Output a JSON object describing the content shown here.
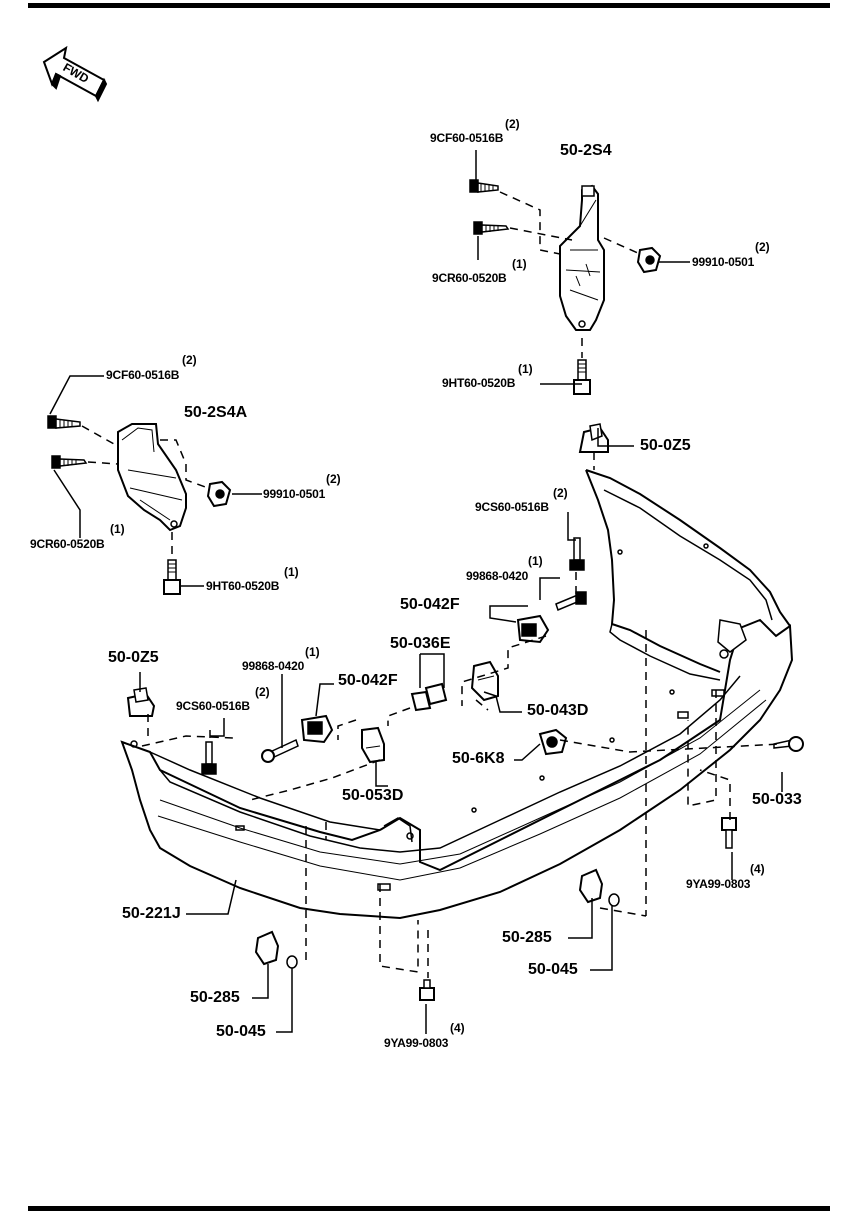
{
  "fwd_text": "FWD",
  "labels": {
    "cf60_top": "9CF60-0516B",
    "cf60_top_qty": "(2)",
    "s2s4": "50-2S4",
    "cr60_top": "9CR60-0520B",
    "cr60_top_qty": "(1)",
    "n99910_top": "99910-0501",
    "n99910_top_qty": "(2)",
    "ht60_top": "9HT60-0520B",
    "ht60_top_qty": "(1)",
    "cf60_left": "9CF60-0516B",
    "cf60_left_qty": "(2)",
    "s2s4a": "50-2S4A",
    "n99910_left": "99910-0501",
    "n99910_left_qty": "(2)",
    "cr60_left": "9CR60-0520B",
    "cr60_left_qty": "(1)",
    "ht60_left": "9HT60-0520B",
    "ht60_left_qty": "(1)",
    "oz5_right": "50-0Z5",
    "cs60_right": "9CS60-0516B",
    "cs60_right_qty": "(2)",
    "n99868_right": "99868-0420",
    "n99868_right_qty": "(1)",
    "f042_right": "50-042F",
    "e036": "50-036E",
    "oz5_left": "50-0Z5",
    "n99868_left": "99868-0420",
    "n99868_left_qty": "(1)",
    "f042_left": "50-042F",
    "cs60_left": "9CS60-0516B",
    "cs60_left_qty": "(2)",
    "d043": "50-043D",
    "k6k8": "50-6K8",
    "d053": "50-053D",
    "z033": "50-033",
    "ya99_right": "9YA99-0803",
    "ya99_right_qty": "(4)",
    "j221": "50-221J",
    "p285_right": "50-285",
    "p045_right": "50-045",
    "p285_left": "50-285",
    "p045_left": "50-045",
    "ya99_left": "9YA99-0803",
    "ya99_left_qty": "(4)"
  }
}
